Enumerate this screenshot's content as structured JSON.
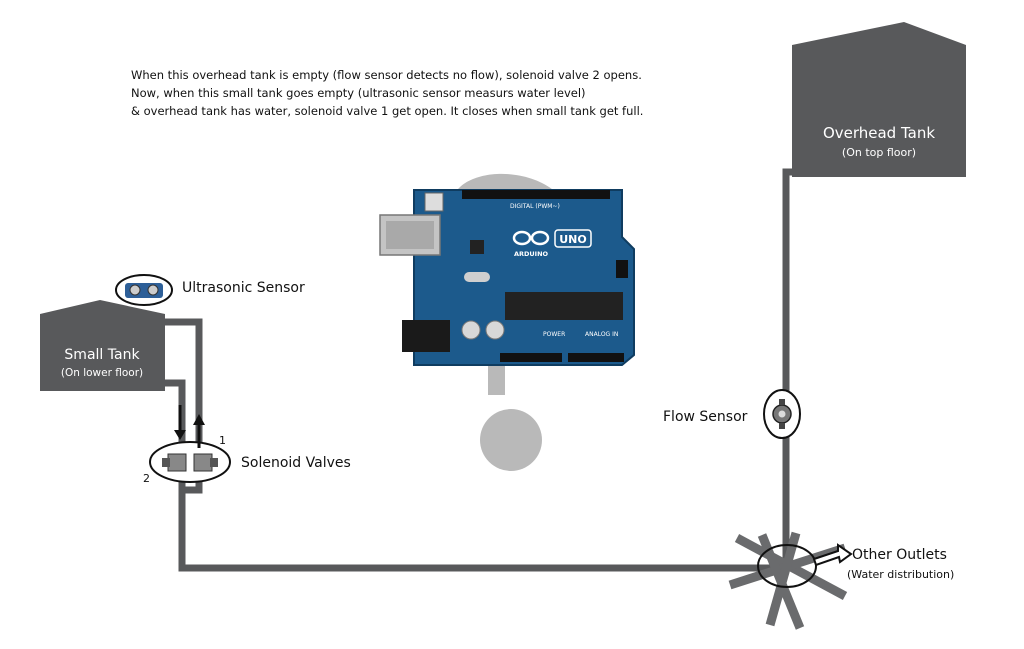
{
  "description": {
    "lines": [
      "When this overhead tank is empty (flow sensor detects no flow), solenoid valve 2 opens.",
      "Now, when this small tank goes empty (ultrasonic sensor measurs water level)",
      "& overhead tank has water, solenoid valve 1 get open. It closes when small tank get full."
    ]
  },
  "overhead_tank": {
    "title": "Overhead Tank",
    "subtitle": "(On top floor)"
  },
  "small_tank": {
    "title": "Small Tank",
    "subtitle": "(On lower floor)"
  },
  "ultrasonic_sensor": {
    "label": "Ultrasonic Sensor"
  },
  "solenoid_valves": {
    "label": "Solenoid Valves",
    "valve_1": "1",
    "valve_2": "2"
  },
  "flow_sensor": {
    "label": "Flow Sensor"
  },
  "outlets": {
    "title": "Other Outlets",
    "subtitle": "(Water distribution)"
  },
  "arduino": {
    "model": "UNO",
    "brand": "ARDUINO",
    "header_digital": "DIGITAL (PWM~)",
    "header_power": "POWER",
    "header_analog": "ANALOG IN"
  },
  "colors": {
    "tank": "#58595b",
    "pipe": "#58595b",
    "board": "#1c5a8c",
    "watermark": "#b8b8b8"
  }
}
